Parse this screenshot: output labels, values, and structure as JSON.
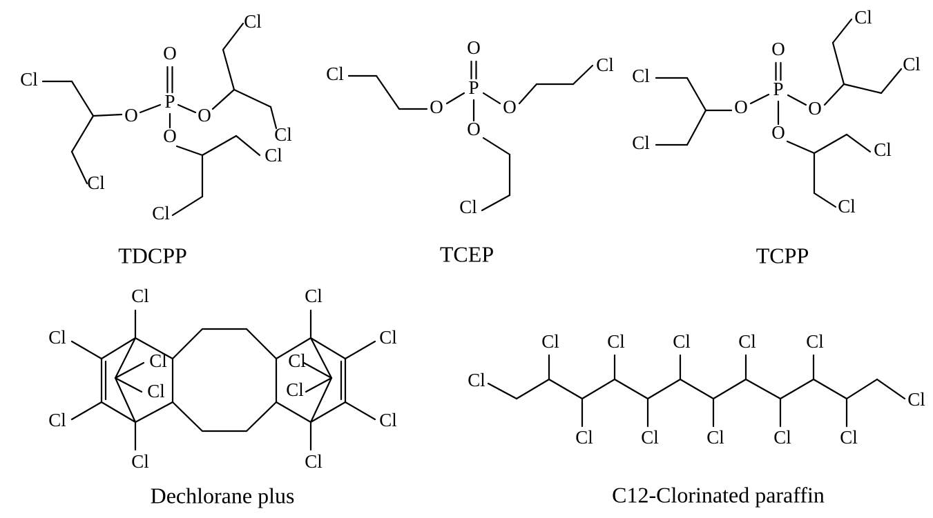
{
  "atoms": {
    "cl": "Cl",
    "o": "O",
    "p": "P"
  },
  "compounds": [
    {
      "id": "tdcpp",
      "name": "TDCPP"
    },
    {
      "id": "tcep",
      "name": "TCEP"
    },
    {
      "id": "tcpp",
      "name": "TCPP"
    },
    {
      "id": "dechlorane",
      "name": "Dechlorane plus"
    },
    {
      "id": "c12",
      "name": "C12-Clorinated paraffin"
    }
  ]
}
